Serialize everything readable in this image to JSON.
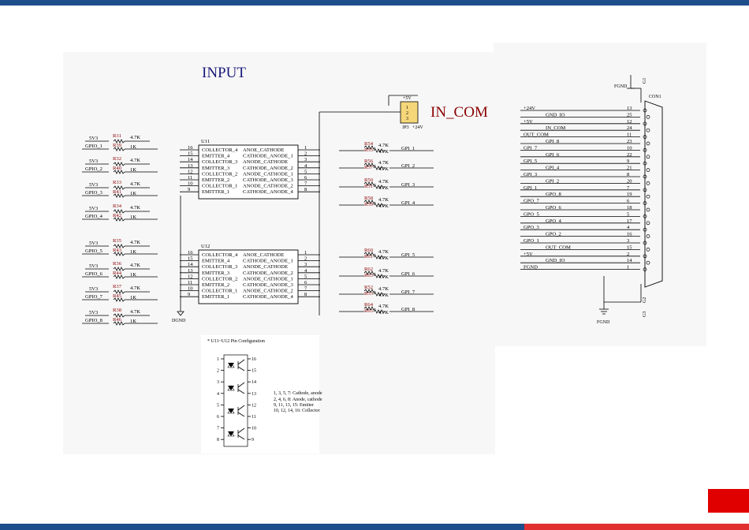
{
  "input_title": "INPUT",
  "in_com_title": "IN_COM",
  "jp3": {
    "ref": "JP3",
    "pins": [
      "1",
      "2",
      "3"
    ],
    "top_net": "+5V",
    "bottom_net": "+24V"
  },
  "dgnd": "DGND",
  "u11": {
    "ref": "U11",
    "left_pins": [
      "16",
      "15",
      "14",
      "13",
      "12",
      "11",
      "10",
      "9"
    ],
    "left_names": [
      "COLLECTOR_4",
      "EMITTER_4",
      "COLLECTOR_3",
      "EMITTER_3",
      "COLLECTOR_2",
      "EMITTER_2",
      "COLLECTOR_1",
      "EMITTER_1"
    ],
    "right_names": [
      "ANOE_CATHODE",
      "CATHODE_ANODE_1",
      "ANODE_CATHODE",
      "CATHODE_ANODE_2",
      "ANODE_CATHODE_1",
      "CATHODE_ANODE_3",
      "ANODE_CATHODE_2",
      "CATHODE_ANODE_4"
    ],
    "right_pins": [
      "1",
      "2",
      "3",
      "4",
      "5",
      "6",
      "7",
      "8"
    ]
  },
  "u12": {
    "ref": "U12",
    "left_pins": [
      "16",
      "15",
      "14",
      "13",
      "12",
      "11",
      "10",
      "9"
    ],
    "left_names": [
      "COLLECTOR_4",
      "EMITTER_4",
      "COLLECTOR_3",
      "EMITTER_3",
      "COLLECTOR_2",
      "EMITTER_2",
      "COLLECTOR_1",
      "EMITTER_1"
    ],
    "right_names": [
      "ANOE_CATHODE",
      "CATHODE_ANODE_1",
      "ANODE_CATHODE",
      "CATHODE_ANODE_2",
      "ANODE_CATHODE_1",
      "CATHODE_ANODE_3",
      "ANODE_CATHODE_2",
      "CATHODE_ANODE_4"
    ],
    "right_pins": [
      "1",
      "2",
      "3",
      "4",
      "5",
      "6",
      "7",
      "8"
    ]
  },
  "left_groups": [
    {
      "sv": "5V3",
      "rtop": "R31",
      "vtop": "4.7K",
      "gpio": "GPIO_1",
      "rbot": "R39",
      "vbot": "1K"
    },
    {
      "sv": "5V3",
      "rtop": "R32",
      "vtop": "4.7K",
      "gpio": "GPIO_2",
      "rbot": "R40",
      "vbot": "1K"
    },
    {
      "sv": "5V3",
      "rtop": "R33",
      "vtop": "4.7K",
      "gpio": "GPIO_3",
      "rbot": "R41",
      "vbot": "1K"
    },
    {
      "sv": "5V3",
      "rtop": "R34",
      "vtop": "4.7K",
      "gpio": "GPIO_4",
      "rbot": "R42",
      "vbot": "1K"
    },
    {
      "sv": "5V3",
      "rtop": "R35",
      "vtop": "4.7K",
      "gpio": "GPIO_5",
      "rbot": "R43",
      "vbot": "1K"
    },
    {
      "sv": "5V3",
      "rtop": "R36",
      "vtop": "4.7K",
      "gpio": "GPIO_6",
      "rbot": "R44",
      "vbot": "1K"
    },
    {
      "sv": "5V3",
      "rtop": "R37",
      "vtop": "4.7K",
      "gpio": "GPIO_7",
      "rbot": "R45",
      "vbot": "1K"
    },
    {
      "sv": "5V3",
      "rtop": "R38",
      "vtop": "4.7K",
      "gpio": "GPIO_8",
      "rbot": "R46",
      "vbot": "1K"
    }
  ],
  "right_groups": [
    {
      "r1": "R54",
      "r2": "R55",
      "v": "4.7K",
      "net": "GPI_1"
    },
    {
      "r1": "R56",
      "r2": "R57",
      "v": "4.7K",
      "net": "GPI_2"
    },
    {
      "r1": "R50",
      "r2": "R51",
      "v": "4.7K",
      "net": "GPI_3"
    },
    {
      "r1": "R58",
      "r2": "R59",
      "v": "4.7K",
      "net": "GPI_4"
    },
    {
      "r1": "R60",
      "r2": "R61",
      "v": "4.7K",
      "net": "GPI_5"
    },
    {
      "r1": "R62",
      "r2": "R63",
      "v": "4.7K",
      "net": "GPI_6"
    },
    {
      "r1": "R52",
      "r2": "R53",
      "v": "4.7K",
      "net": "GPI_7"
    },
    {
      "r1": "R64",
      "r2": "R65",
      "v": "4.7K",
      "net": "GPI_8"
    }
  ],
  "pin_config": {
    "title": "* U11~U12 Pin Configuration",
    "left_pins": [
      "1",
      "2",
      "3",
      "4",
      "5",
      "6",
      "7",
      "8"
    ],
    "right_pins": [
      "16",
      "15",
      "14",
      "13",
      "12",
      "11",
      "10",
      "9"
    ],
    "notes": [
      "1, 3, 5, 7: Cathode, anode",
      "2, 4, 6, 8: Anode, cathode",
      "9, 11, 13, 15: Emitter",
      "10, 12, 14, 16: Collector"
    ]
  },
  "connector": {
    "ref": "CON1",
    "fgnd_top": "FGND",
    "fgnd_bottom": "FGND",
    "g_top": "G1",
    "g_bottom": "G2",
    "rows": [
      {
        "net": "+24V",
        "pin": "13"
      },
      {
        "net": "GND_IO",
        "pin": "25"
      },
      {
        "net": "+5V",
        "pin": "12"
      },
      {
        "net": "IN_COM",
        "pin": "24"
      },
      {
        "net": "OUT_COM",
        "pin": "11"
      },
      {
        "net": "GPI_8",
        "pin": "23"
      },
      {
        "net": "GPI_7",
        "pin": "10"
      },
      {
        "net": "GPI_6",
        "pin": "22"
      },
      {
        "net": "GPI_5",
        "pin": "9"
      },
      {
        "net": "GPI_4",
        "pin": "21"
      },
      {
        "net": "GPI_3",
        "pin": "8"
      },
      {
        "net": "GPI_2",
        "pin": "20"
      },
      {
        "net": "GPI_1",
        "pin": "7"
      },
      {
        "net": "GPO_8",
        "pin": "19"
      },
      {
        "net": "GPO_7",
        "pin": "6"
      },
      {
        "net": "GPO_6",
        "pin": "18"
      },
      {
        "net": "GPO_5",
        "pin": "5"
      },
      {
        "net": "GPO_4",
        "pin": "17"
      },
      {
        "net": "GPO_3",
        "pin": "4"
      },
      {
        "net": "GPO_2",
        "pin": "16"
      },
      {
        "net": "GPO_1",
        "pin": "3"
      },
      {
        "net": "OUT_COM",
        "pin": "15"
      },
      {
        "net": "+5V",
        "pin": "2"
      },
      {
        "net": "GND_IO",
        "pin": "14"
      },
      {
        "net": "FGND",
        "pin": "1"
      }
    ]
  },
  "colors": {
    "topbar": "#1f4e8c",
    "accent_red": "#e00000",
    "schem_red": "#8b0000",
    "schem_blue": "#1a1a7a",
    "chip_fill": "#ffffff",
    "jumper": "#f5d77a"
  }
}
